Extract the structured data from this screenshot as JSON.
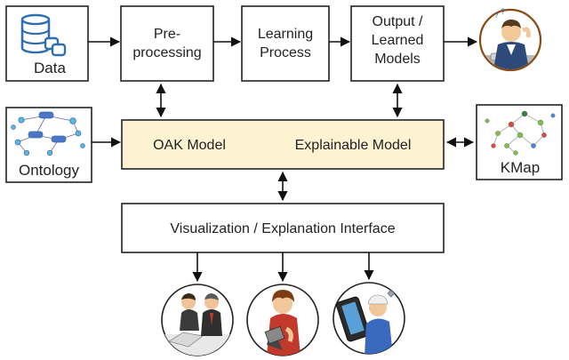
{
  "nodes": {
    "data": "Data",
    "preprocessing": [
      "Pre-",
      "processing"
    ],
    "learning": [
      "Learning",
      "Process"
    ],
    "output": [
      "Output /",
      "Learned",
      "Models"
    ],
    "ontology": "Ontology",
    "oak_model": "OAK Model",
    "explainable_model": "Explainable Model",
    "kmap": "KMap",
    "visualization": "Visualization / Explanation Interface"
  },
  "icons": {
    "data": "database-icon",
    "ontology": "ontology-graph-icon",
    "kmap": "knowledge-map-icon",
    "confused_user": "confused-user-icon",
    "users": [
      "business-meeting-icon",
      "laptop-user-icon",
      "mechanic-phone-icon"
    ]
  },
  "colors": {
    "core_fill": "#fdf3d3",
    "stroke": "#222222",
    "icon_blue": "#2f6fad"
  }
}
